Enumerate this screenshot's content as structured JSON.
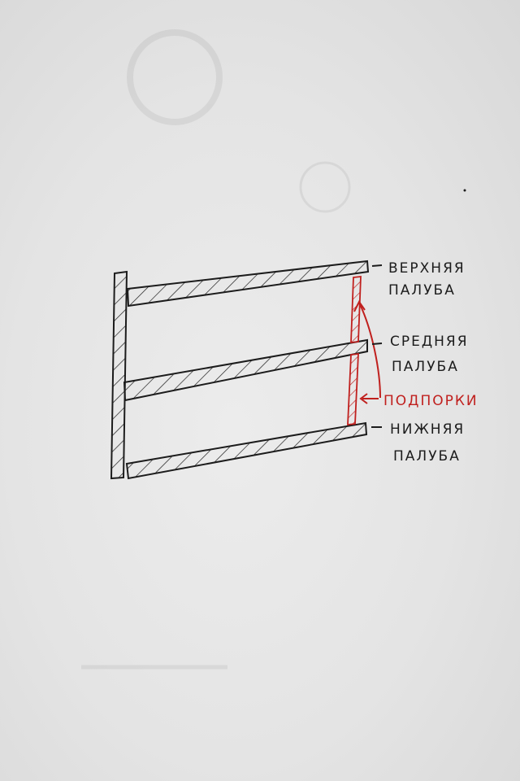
{
  "labels": {
    "upper_line1": "ВЕРХНЯЯ",
    "upper_line2": "ПАЛУБА",
    "middle_line1": "СРЕДНЯЯ",
    "middle_line2": "ПАЛУБА",
    "lower_line1": "НИЖНЯЯ",
    "lower_line2": "ПАЛУБА",
    "supports": "ПОДПОРКИ"
  },
  "colors": {
    "paper": "#e6e6e6",
    "ink": "#1c1c1c",
    "red_ink": "#c0201e"
  }
}
